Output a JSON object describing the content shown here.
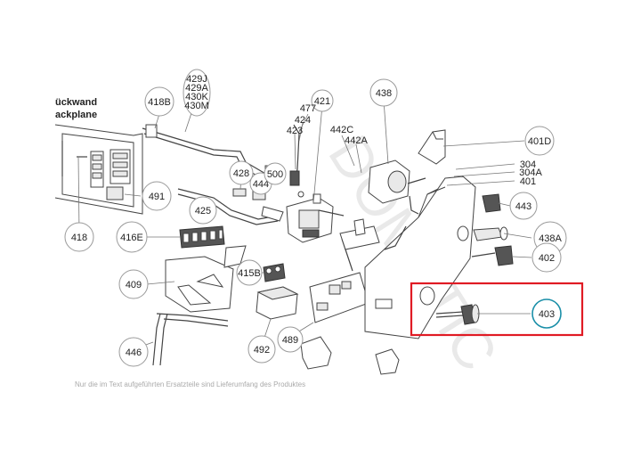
{
  "backplane": {
    "line1": "ückwand",
    "line2": "ackplane"
  },
  "watermark": "DOMETIC",
  "highlight_color": "#e01b24",
  "highlight_ring_color": "#1a8fa8",
  "highlighted_part": "403",
  "labels": [
    "418B",
    "429J",
    "429A",
    "430K",
    "430M",
    "421",
    "438",
    "477",
    "424",
    "423",
    "442C",
    "442A",
    "401D",
    "304",
    "304A",
    "401",
    "428",
    "444",
    "500",
    "491",
    "425",
    "443",
    "418",
    "416E",
    "438A",
    "402",
    "415B",
    "409",
    "403",
    "492",
    "489",
    "446"
  ],
  "footer_text": "Nur die im Text aufgeführten Ersatzteile sind Lieferumfang des Produktes"
}
